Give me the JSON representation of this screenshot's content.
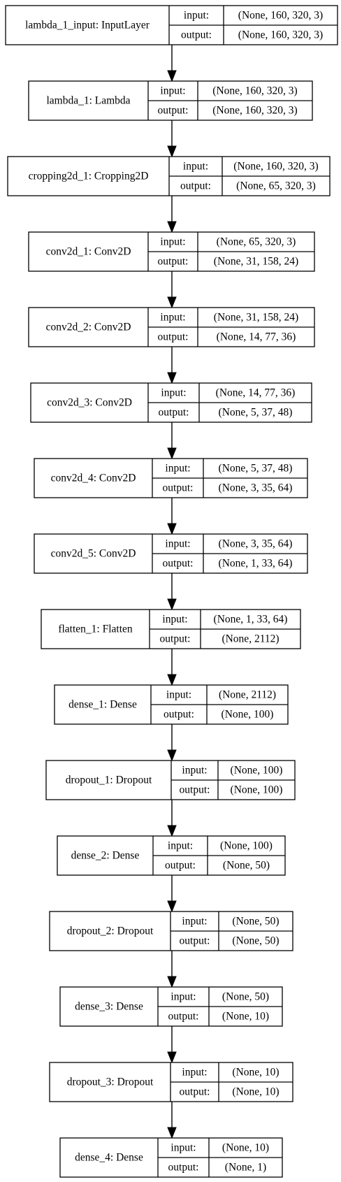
{
  "input_label": "input:",
  "output_label": "output:",
  "layers": [
    {
      "name": "lambda_1_input: InputLayer",
      "input": "(None, 160, 320, 3)",
      "output": "(None, 160, 320, 3)"
    },
    {
      "name": "lambda_1: Lambda",
      "input": "(None, 160, 320, 3)",
      "output": "(None, 160, 320, 3)"
    },
    {
      "name": "cropping2d_1: Cropping2D",
      "input": "(None, 160, 320, 3)",
      "output": "(None, 65, 320, 3)"
    },
    {
      "name": "conv2d_1: Conv2D",
      "input": "(None, 65, 320, 3)",
      "output": "(None, 31, 158, 24)"
    },
    {
      "name": "conv2d_2: Conv2D",
      "input": "(None, 31, 158, 24)",
      "output": "(None, 14, 77, 36)"
    },
    {
      "name": "conv2d_3: Conv2D",
      "input": "(None, 14, 77, 36)",
      "output": "(None, 5, 37, 48)"
    },
    {
      "name": "conv2d_4: Conv2D",
      "input": "(None, 5, 37, 48)",
      "output": "(None, 3, 35, 64)"
    },
    {
      "name": "conv2d_5: Conv2D",
      "input": "(None, 3, 35, 64)",
      "output": "(None, 1, 33, 64)"
    },
    {
      "name": "flatten_1: Flatten",
      "input": "(None, 1, 33, 64)",
      "output": "(None, 2112)"
    },
    {
      "name": "dense_1: Dense",
      "input": "(None, 2112)",
      "output": "(None, 100)"
    },
    {
      "name": "dropout_1: Dropout",
      "input": "(None, 100)",
      "output": "(None, 100)"
    },
    {
      "name": "dense_2: Dense",
      "input": "(None, 100)",
      "output": "(None, 50)"
    },
    {
      "name": "dropout_2: Dropout",
      "input": "(None, 50)",
      "output": "(None, 50)"
    },
    {
      "name": "dense_3: Dense",
      "input": "(None, 50)",
      "output": "(None, 10)"
    },
    {
      "name": "dropout_3: Dropout",
      "input": "(None, 10)",
      "output": "(None, 10)"
    },
    {
      "name": "dense_4: Dense",
      "input": "(None, 10)",
      "output": "(None, 1)"
    }
  ]
}
